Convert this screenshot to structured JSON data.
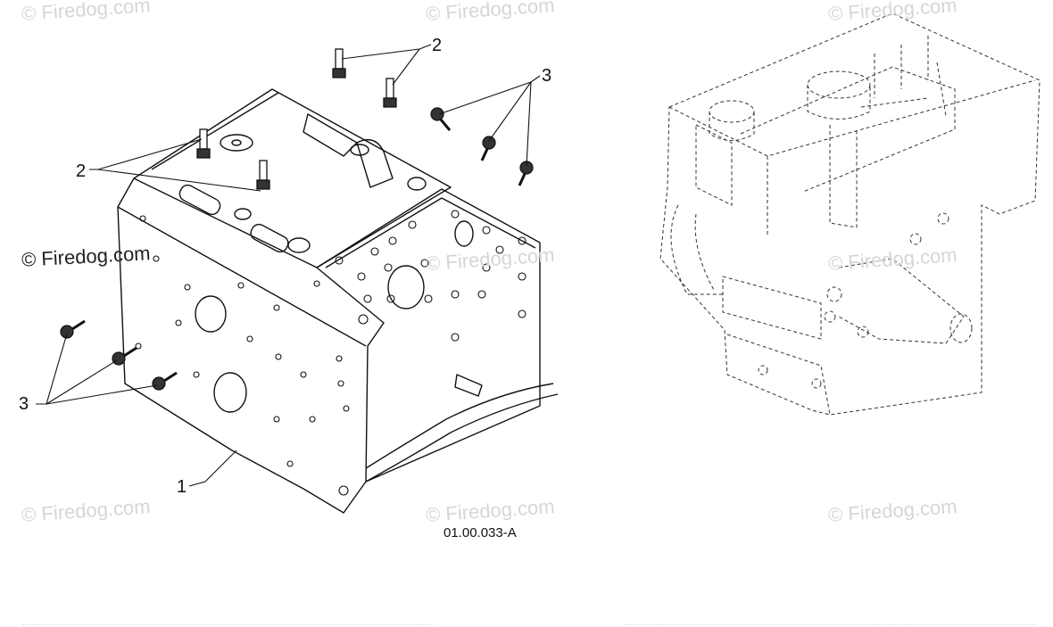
{
  "watermark": "© Firedog.com",
  "callouts": {
    "plate": "1",
    "bolt_group_top": "2",
    "bolt_group_left": "2",
    "screw_group_top": "3",
    "screw_group_left": "3"
  },
  "figure_code": "01.00.033-A",
  "colors": {
    "line": "#111111",
    "dashed": "#333333",
    "watermark": "#d6d6d6"
  }
}
